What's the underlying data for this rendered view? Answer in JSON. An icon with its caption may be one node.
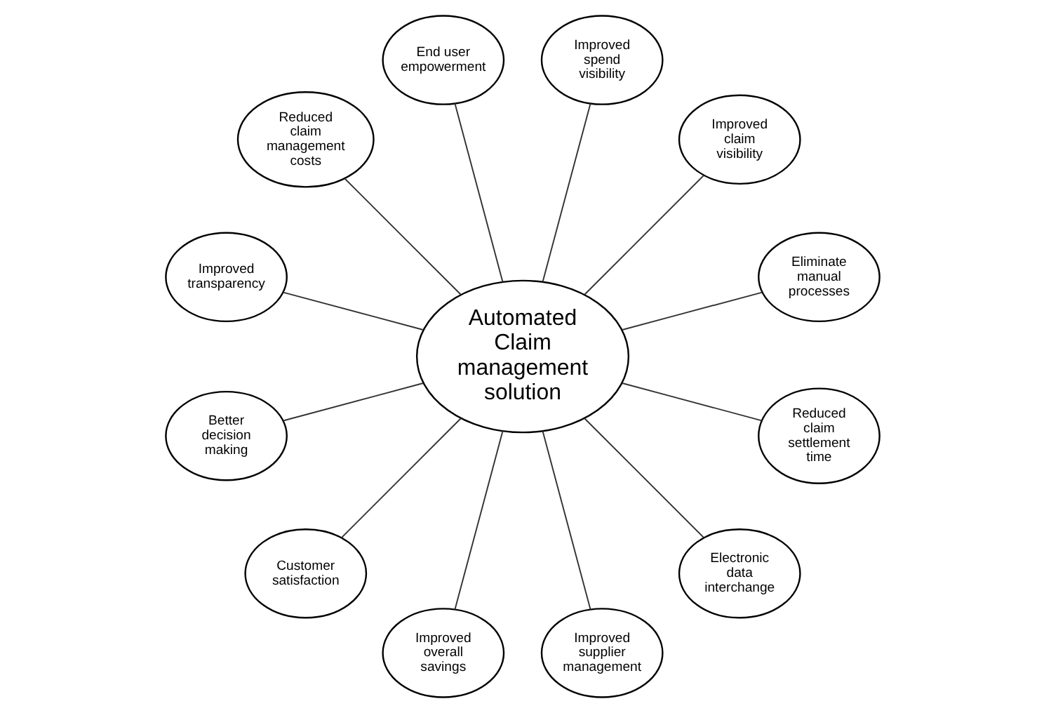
{
  "diagram": {
    "nodes": [
      {
        "text": [
          "Automated Claim management solution"
        ]
      },
      {
        "text": [
          "Eliminate manual processes"
        ]
      },
      {
        "text": [
          "Improved claim visibility"
        ]
      },
      {
        "text": [
          "Improved spend visibility"
        ]
      },
      {
        "text": [
          "End user empowerment"
        ]
      },
      {
        "text": [
          "Reduced claim management costs"
        ]
      },
      {
        "text": [
          "Improved transparency"
        ]
      },
      {
        "text": [
          "Better decision making"
        ]
      },
      {
        "text": [
          "Customer satisfaction"
        ]
      },
      {
        "text": [
          "Improved overall savings"
        ]
      },
      {
        "text": [
          "Improved supplier management"
        ]
      },
      {
        "text": [
          "Electronic data interchange"
        ]
      },
      {
        "text": [
          "Reduced claim settlement time"
        ]
      }
    ],
    "edges": [
      {
        "from": 0,
        "to": 1,
        "arrow": "none"
      },
      {
        "from": 0,
        "to": 2,
        "arrow": "none"
      },
      {
        "from": 0,
        "to": 3,
        "arrow": "none"
      },
      {
        "from": 0,
        "to": 4,
        "arrow": "none"
      },
      {
        "from": 0,
        "to": 5,
        "arrow": "none"
      },
      {
        "from": 0,
        "to": 6,
        "arrow": "none"
      },
      {
        "from": 0,
        "to": 7,
        "arrow": "none"
      },
      {
        "from": 0,
        "to": 8,
        "arrow": "none"
      },
      {
        "from": 0,
        "to": 9,
        "arrow": "none"
      },
      {
        "from": 0,
        "to": 10,
        "arrow": "none"
      },
      {
        "from": 0,
        "to": 11,
        "arrow": "none"
      },
      {
        "from": 0,
        "to": 12,
        "arrow": "none"
      }
    ]
  }
}
